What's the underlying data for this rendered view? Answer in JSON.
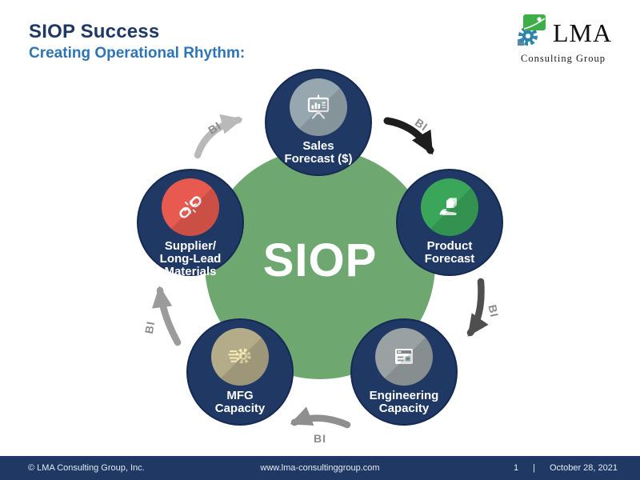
{
  "header": {
    "title": "SIOP Success",
    "subtitle": "Creating Operational Rhythm:"
  },
  "logo": {
    "name": "LMA",
    "tagline": "Consulting Group"
  },
  "diagram": {
    "center_label": "SIOP",
    "nodes": [
      {
        "id": "sales-forecast",
        "label": "Sales\nForecast ($)",
        "icon": "presentation-chart-icon"
      },
      {
        "id": "product-forecast",
        "label": "Product\nForecast",
        "icon": "hand-holding-box-icon"
      },
      {
        "id": "engineering-capacity",
        "label": "Engineering\nCapacity",
        "icon": "browser-window-icon"
      },
      {
        "id": "mfg-capacity",
        "label": "MFG\nCapacity",
        "icon": "gear-speed-icon"
      },
      {
        "id": "supplier-materials",
        "label": "Supplier/\nLong-Lead\nMaterials",
        "icon": "broken-chain-icon"
      }
    ],
    "arrows": [
      {
        "from": "sales-forecast",
        "to": "product-forecast",
        "label": "BI",
        "color": "#1d1d1d"
      },
      {
        "from": "product-forecast",
        "to": "engineering-capacity",
        "label": "BI",
        "color": "#4f4f4f"
      },
      {
        "from": "engineering-capacity",
        "to": "mfg-capacity",
        "label": "BI",
        "color": "#8f8f8f"
      },
      {
        "from": "mfg-capacity",
        "to": "supplier-materials",
        "label": "BI",
        "color": "#9b9b9b"
      },
      {
        "from": "supplier-materials",
        "to": "sales-forecast",
        "label": "BI",
        "color": "#b9b9b9"
      }
    ]
  },
  "footer": {
    "copyright": "© LMA Consulting Group, Inc.",
    "website": "www.lma-consultinggroup.com",
    "page_number": "1",
    "separator": "|",
    "date": "October 28, 2021"
  },
  "colors": {
    "brand_navy": "#1f3864",
    "center_green": "#6ea870",
    "subtitle_blue": "#2e75b6",
    "icon_gray_blue": "#97a7af",
    "icon_green": "#3aa65a",
    "icon_gray": "#99a1a3",
    "icon_tan": "#b4ab89",
    "icon_red": "#e85a50"
  }
}
